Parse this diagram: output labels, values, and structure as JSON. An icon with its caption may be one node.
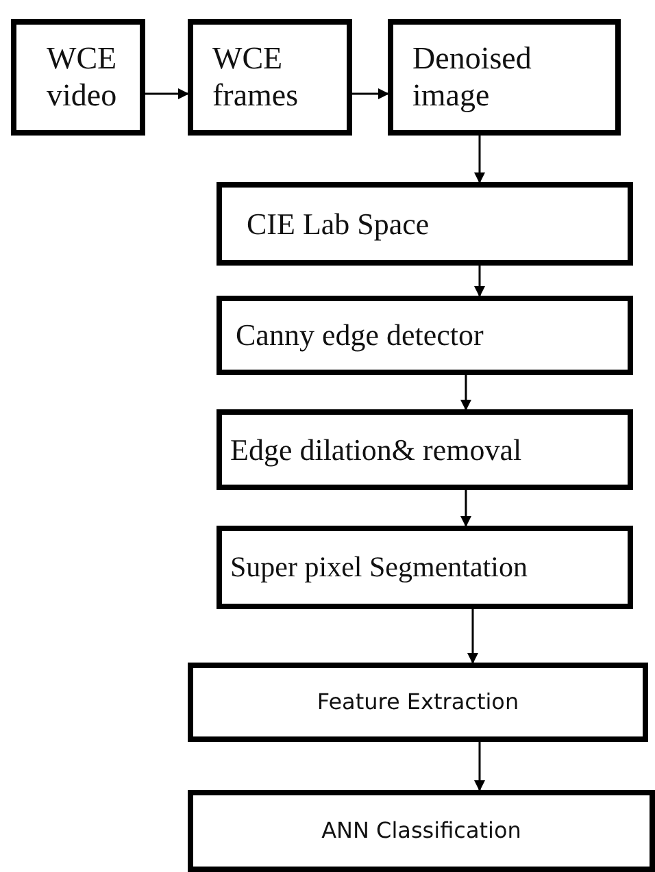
{
  "diagram": {
    "nodes": [
      {
        "text": [
          "WCE video"
        ]
      },
      {
        "text": [
          "WCE frames"
        ]
      },
      {
        "text": [
          "Denoised image"
        ]
      },
      {
        "text": [
          "CIE Lab Space"
        ]
      },
      {
        "text": [
          "Canny edge detector"
        ]
      },
      {
        "text": [
          "Edge dilation& removal"
        ]
      },
      {
        "text": [
          "Super pixel Segmentation"
        ]
      },
      {
        "text": [
          "Feature Extraction"
        ]
      },
      {
        "text": [
          "ANN Classification"
        ]
      }
    ],
    "edges": [
      {
        "from": 0,
        "to": 1,
        "arrow": "to"
      },
      {
        "from": 1,
        "to": 2,
        "arrow": "to"
      },
      {
        "from": 2,
        "to": 3,
        "arrow": "to"
      },
      {
        "from": 3,
        "to": 4,
        "arrow": "to"
      },
      {
        "from": 4,
        "to": 5,
        "arrow": "to"
      },
      {
        "from": 5,
        "to": 6,
        "arrow": "to"
      },
      {
        "from": 6,
        "to": 7,
        "arrow": "to"
      },
      {
        "from": 7,
        "to": 8,
        "arrow": "to"
      }
    ]
  }
}
